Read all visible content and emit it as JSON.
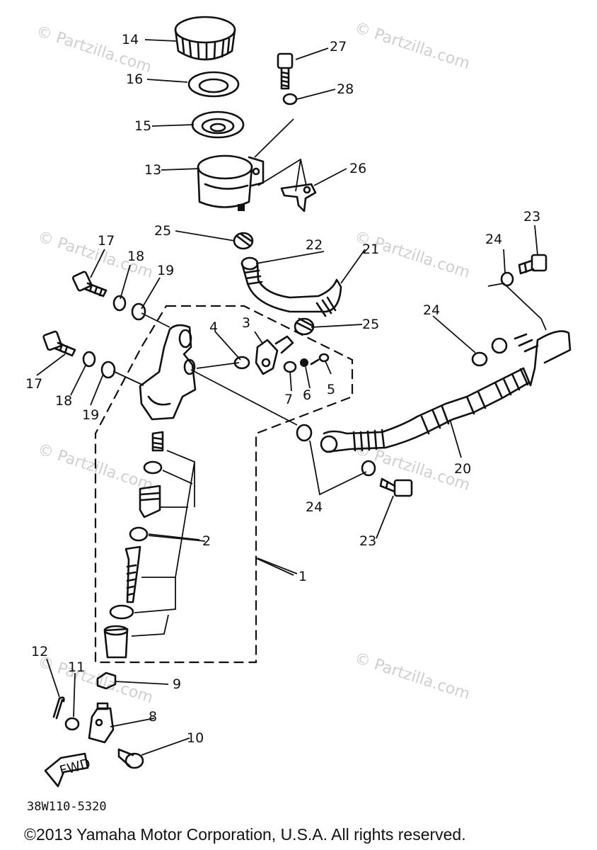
{
  "watermark": "© Partzilla.com",
  "drawing_code": "38W110-5320",
  "copyright": "©2013 Yamaha Motor Corporation, U.S.A. All rights reserved.",
  "fwd_label": "FWD",
  "callouts": {
    "p1": "1",
    "p2": "2",
    "p3": "3",
    "p4": "4",
    "p5": "5",
    "p6": "6",
    "p7": "7",
    "p8": "8",
    "p9": "9",
    "p10": "10",
    "p11": "11",
    "p12": "12",
    "p13": "13",
    "p14": "14",
    "p15": "15",
    "p16": "16",
    "p17a": "17",
    "p17b": "17",
    "p18a": "18",
    "p18b": "18",
    "p19a": "19",
    "p19b": "19",
    "p20": "20",
    "p21": "21",
    "p22": "22",
    "p23a": "23",
    "p23b": "23",
    "p24a": "24",
    "p24b": "24",
    "p24c": "24",
    "p25a": "25",
    "p25b": "25",
    "p26": "26",
    "p27": "27",
    "p28": "28"
  }
}
